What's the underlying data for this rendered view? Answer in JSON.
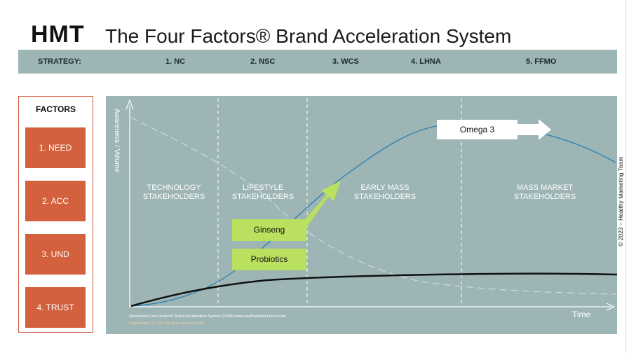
{
  "logo": "HMT",
  "title": "The Four Factors® Brand Acceleration System",
  "strategy": {
    "label": "STRATEGY:",
    "items": [
      "1. NC",
      "2. NSC",
      "3. WCS",
      "4. LHNA",
      "5. FFMO"
    ]
  },
  "factors": {
    "heading": "FACTORS",
    "items": [
      "1. NEED",
      "2. ACC",
      "3. UND",
      "4. TRUST"
    ]
  },
  "diagram": {
    "y_axis_label": "Awareness / Volume",
    "x_axis_label": "Time",
    "stages": [
      {
        "line1": "TECHNOLOGY",
        "line2": "STAKEHOLDERS"
      },
      {
        "line1": "LIFESTYLE",
        "line2": "STAKEHOLDERS"
      },
      {
        "line1": "EARLY MASS",
        "line2": "STAKEHOLDERS"
      },
      {
        "line1": "MASS MARKET",
        "line2": "STAKEHOLDERS"
      }
    ],
    "products": {
      "ginseng": "Ginseng",
      "probiotics": "Probiotics",
      "omega": "Omega 3"
    },
    "footer_line1": "Weinstein's FourFactors® Brand Acceleration System ©2006 www.HealthyMarketTeam.com",
    "footer_line2": "Confidential. © 2022 All rights reserved HMT",
    "colors": {
      "panel": "#9db5b5",
      "factor": "#d3613e",
      "green": "#b9e05e",
      "curve": "#2f7fb0"
    }
  },
  "copyright": "© 2023 – Healthy Marketing Team"
}
